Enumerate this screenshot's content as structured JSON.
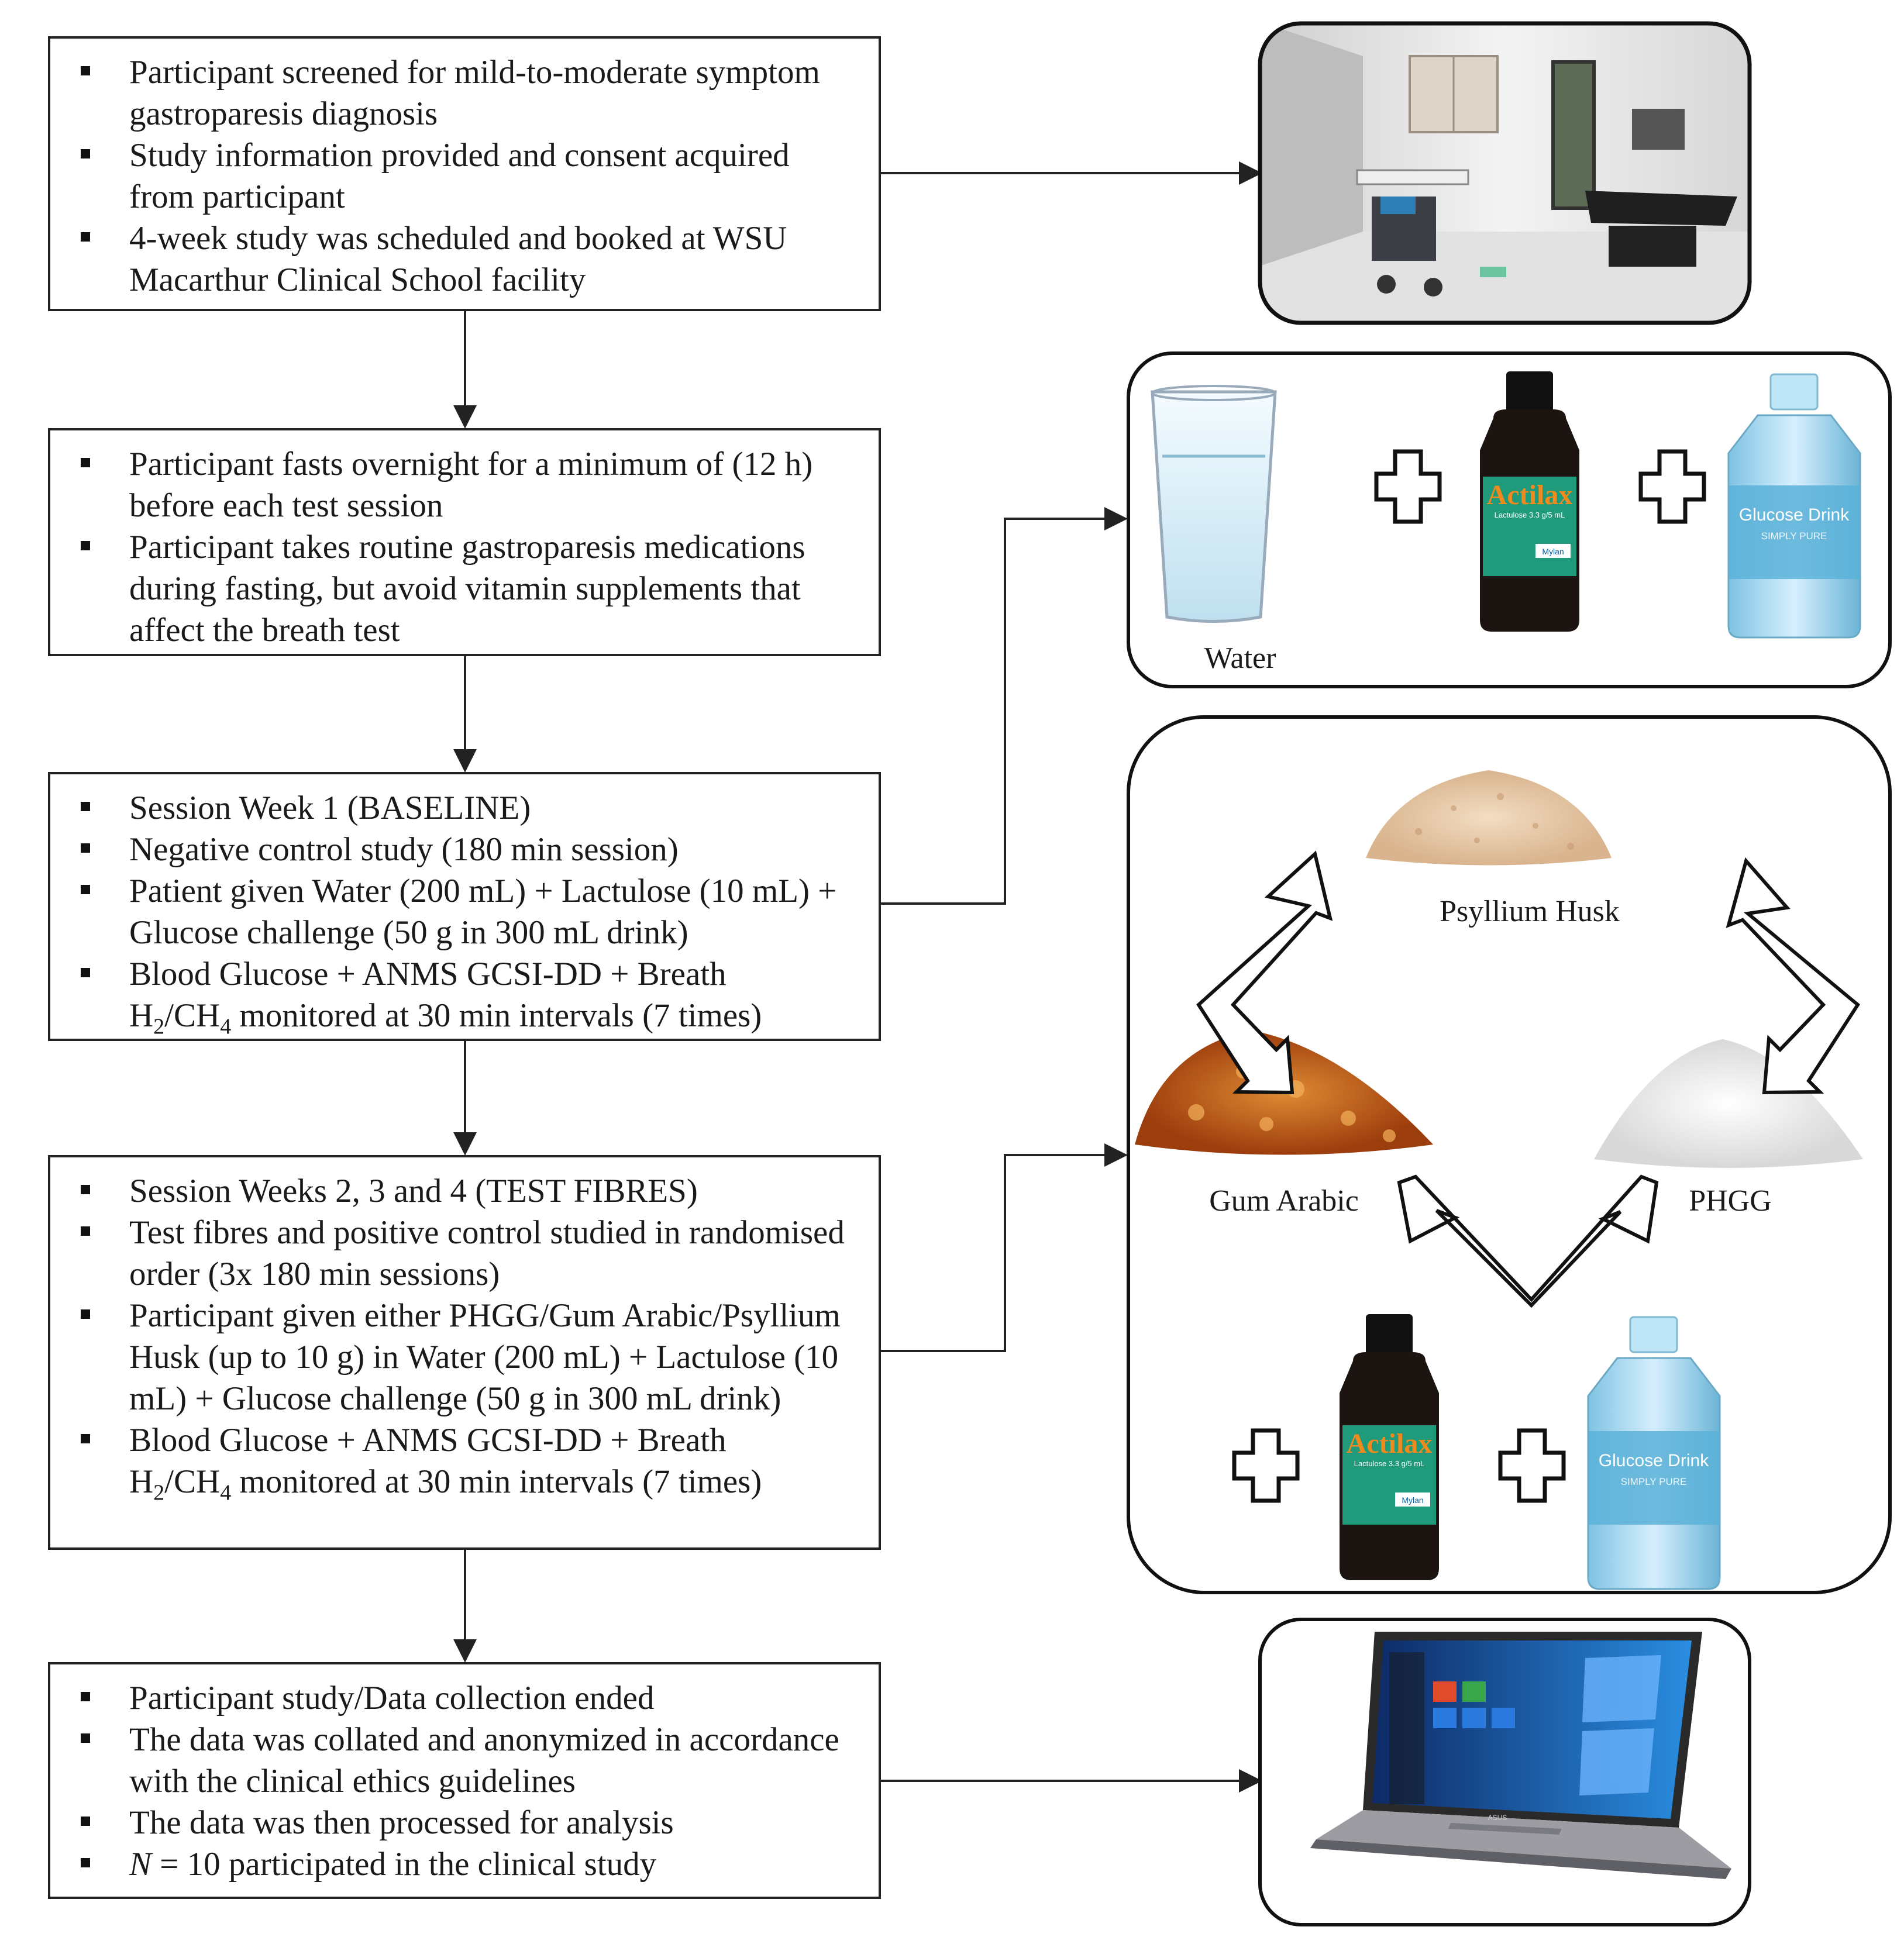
{
  "steps": [
    {
      "items": [
        "Participant screened for mild-to-moderate symptom gastroparesis diagnosis",
        "Study information provided and consent acquired from participant",
        "4-week study was scheduled and booked at WSU Macarthur Clinical School facility"
      ]
    },
    {
      "items": [
        "Participant fasts overnight for a minimum of (12 h) before each test session",
        "Participant takes routine gastroparesis medications during fasting, but avoid vitamin supplements that affect the breath test"
      ]
    },
    {
      "items": [
        "Session Week 1 (BASELINE)",
        "Negative control study (180 min session)",
        "Patient given Water (200 mL) + Lactulose (10 mL) + Glucose challenge (50 g in 300 mL drink)",
        "Blood Glucose + ANMS GCSI-DD + Breath",
        "monitored at 30 min intervals (7 times)"
      ]
    },
    {
      "items": [
        "Session Weeks 2, 3 and 4 (TEST FIBRES)",
        "Test fibres and positive control studied in randomised order (3x 180 min sessions)",
        "Participant given either PHGG/Gum Arabic/Psyllium Husk (up to 10 g) in Water (200 mL) + Lactulose (10 mL) + Glucose challenge (50 g in 300 mL drink)",
        "Blood Glucose + ANMS GCSI-DD + Breath",
        "monitored at 30 min intervals (7 times)"
      ]
    },
    {
      "items": [
        "Participant study/Data collection ended",
        "The data was collated and anonymized in accordance with the clinical ethics guidelines",
        "The data was then processed for analysis",
        "= 10 participated in the clinical study"
      ]
    }
  ],
  "gas_formula": {
    "h": "H",
    "two": "2",
    "slash_ch": "/CH",
    "four": "4"
  },
  "n_symbol": "N",
  "images": {
    "water_label": "Water",
    "psyllium_label": "Psyllium Husk",
    "gum_label": "Gum Arabic",
    "phgg_label": "PHGG",
    "lactulose_brand": "Actilax",
    "lactulose_sub": "Lactulose 3.3 g/5 mL",
    "glucose_brand": "Glucose Drink",
    "glucose_sub": "SIMPLY PURE",
    "maker": "Mylan",
    "laptop_brand": "ASUS"
  },
  "colors": {
    "line": "#222222",
    "bottle_dark": "#1b1410",
    "bottle_label": "#1f9a7a",
    "brand_orange": "#f08a1c",
    "glucose_blue": "#9fd3ea",
    "gum_amber": "#c85a16",
    "psyllium": "#e6c7a6",
    "phgg": "#eeeeee",
    "screen": "#1f6fc9"
  }
}
